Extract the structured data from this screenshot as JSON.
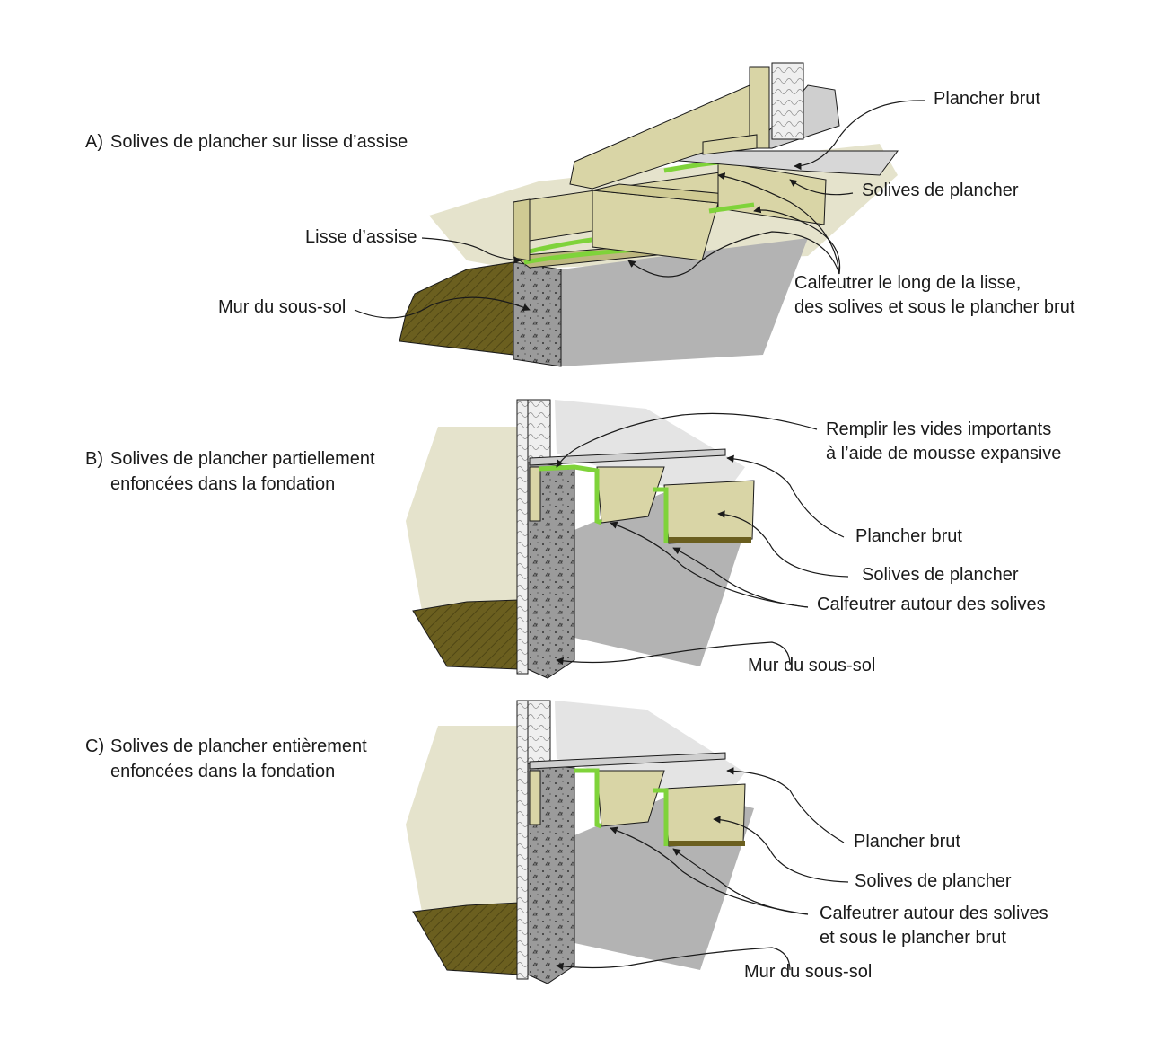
{
  "sections": [
    {
      "letter": "A)",
      "title_line1": "Solives de plancher sur lisse d’assise",
      "labels": {
        "subfloor": "Plancher brut",
        "joists": "Solives de plancher",
        "sill": "Lisse d’assise",
        "wall": "Mur du sous-sol",
        "caulk_line1": "Calfeutrer le long de la lisse,",
        "caulk_line2": "des solives et sous le plancher brut"
      }
    },
    {
      "letter": "B)",
      "title_line1": "Solives de plancher partiellement",
      "title_line2": "enfoncées dans la fondation",
      "labels": {
        "foam_line1": "Remplir les vides importants",
        "foam_line2": "à l’aide de mousse expansive",
        "subfloor": "Plancher brut",
        "joists": "Solives de plancher",
        "caulk": "Calfeutrer autour des solives",
        "wall": "Mur du sous-sol"
      }
    },
    {
      "letter": "C)",
      "title_line1": "Solives de plancher entièrement",
      "title_line2": "enfoncées dans la fondation",
      "labels": {
        "subfloor": "Plancher brut",
        "joists": "Solives de plancher",
        "caulk_line1": "Calfeutrer autour des solives",
        "caulk_line2": "et sous le plancher brut",
        "wall": "Mur du sous-sol"
      }
    }
  ],
  "colors": {
    "wood": "#d9d5a6",
    "wood_dark": "#bdb77f",
    "soil": "#6b5f1f",
    "concrete": "#9a9a9a",
    "basement_floor": "#b3b3b3",
    "ground_pale": "#e5e3cc",
    "caulk": "#7fd33a",
    "line": "#1a1a1a"
  }
}
